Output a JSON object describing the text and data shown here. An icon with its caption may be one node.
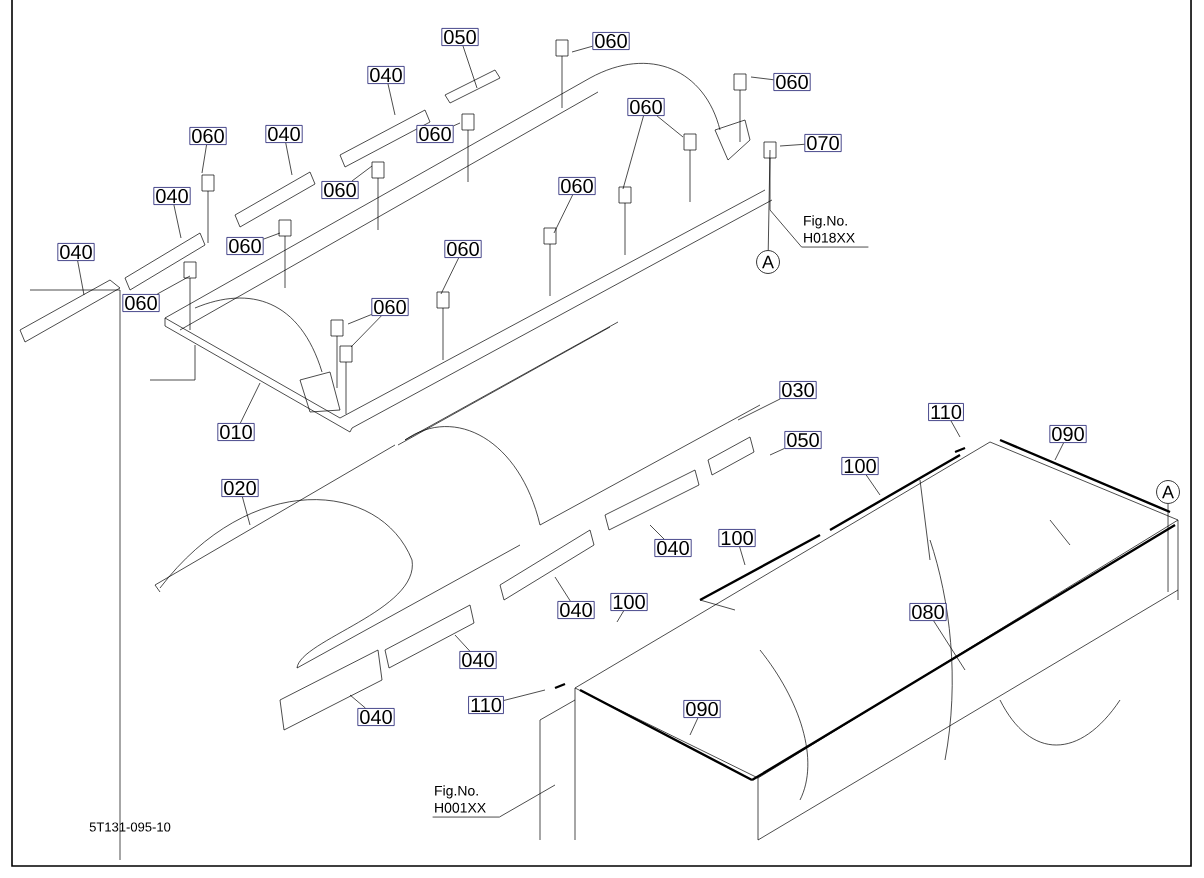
{
  "diagram": {
    "nodes": [
      {
        "text": [
          "050"
        ]
      },
      {
        "text": [
          "060"
        ]
      },
      {
        "text": [
          "040"
        ]
      },
      {
        "text": [
          "060"
        ]
      },
      {
        "text": [
          "060"
        ]
      },
      {
        "text": [
          "060"
        ]
      },
      {
        "text": [
          "040"
        ]
      },
      {
        "text": [
          "070"
        ]
      },
      {
        "text": [
          "060"
        ]
      },
      {
        "text": [
          "040"
        ]
      },
      {
        "text": [
          "060"
        ]
      },
      {
        "text": [
          "060"
        ]
      },
      {
        "text": [
          "060"
        ]
      },
      {
        "text": [
          "040"
        ]
      },
      {
        "text": [
          "060"
        ]
      },
      {
        "text": [
          "060"
        ]
      },
      {
        "text": [
          "060"
        ]
      },
      {
        "text": [
          "010"
        ]
      },
      {
        "text": [
          "030"
        ]
      },
      {
        "text": [
          "050"
        ]
      },
      {
        "text": [
          "110"
        ]
      },
      {
        "text": [
          "090"
        ]
      },
      {
        "text": [
          "020"
        ]
      },
      {
        "text": [
          "100"
        ]
      },
      {
        "text": [
          "040"
        ]
      },
      {
        "text": [
          "100"
        ]
      },
      {
        "text": [
          "080"
        ]
      },
      {
        "text": [
          "040"
        ]
      },
      {
        "text": [
          "100"
        ]
      },
      {
        "text": [
          "040"
        ]
      },
      {
        "text": [
          "110"
        ]
      },
      {
        "text": [
          "090"
        ]
      },
      {
        "text": [
          "040"
        ]
      },
      {
        "text": [
          "A"
        ]
      },
      {
        "text": [
          "A"
        ]
      },
      {
        "text": [
          "Fig.No. H018XX"
        ]
      },
      {
        "text": [
          "Fig.No. H001XX"
        ]
      }
    ],
    "edges": [
      {
        "from": 0,
        "to": null,
        "arrow": "none"
      },
      {
        "from": 1,
        "to": null,
        "arrow": "none"
      },
      {
        "from": 2,
        "to": null,
        "arrow": "none"
      },
      {
        "from": 3,
        "to": null,
        "arrow": "none"
      },
      {
        "from": 4,
        "to": null,
        "arrow": "none"
      },
      {
        "from": 4,
        "to": null,
        "arrow": "none"
      },
      {
        "from": 5,
        "to": null,
        "arrow": "none"
      },
      {
        "from": 6,
        "to": null,
        "arrow": "none"
      },
      {
        "from": 7,
        "to": null,
        "arrow": "none"
      },
      {
        "from": 8,
        "to": null,
        "arrow": "none"
      },
      {
        "from": 9,
        "to": null,
        "arrow": "none"
      },
      {
        "from": 10,
        "to": null,
        "arrow": "none"
      },
      {
        "from": 11,
        "to": null,
        "arrow": "none"
      },
      {
        "from": 12,
        "to": null,
        "arrow": "none"
      },
      {
        "from": 13,
        "to": null,
        "arrow": "none"
      },
      {
        "from": 14,
        "to": null,
        "arrow": "none"
      },
      {
        "from": 15,
        "to": null,
        "arrow": "none"
      },
      {
        "from": 16,
        "to": null,
        "arrow": "none"
      },
      {
        "from": 16,
        "to": null,
        "arrow": "none"
      },
      {
        "from": 17,
        "to": null,
        "arrow": "none"
      },
      {
        "from": 18,
        "to": null,
        "arrow": "none"
      },
      {
        "from": 19,
        "to": null,
        "arrow": "none"
      },
      {
        "from": 20,
        "to": null,
        "arrow": "none"
      },
      {
        "from": 21,
        "to": null,
        "arrow": "none"
      },
      {
        "from": 22,
        "to": null,
        "arrow": "none"
      },
      {
        "from": 23,
        "to": null,
        "arrow": "none"
      },
      {
        "from": 24,
        "to": null,
        "arrow": "none"
      },
      {
        "from": 25,
        "to": null,
        "arrow": "none"
      },
      {
        "from": 26,
        "to": null,
        "arrow": "none"
      },
      {
        "from": 27,
        "to": null,
        "arrow": "none"
      },
      {
        "from": 28,
        "to": null,
        "arrow": "none"
      },
      {
        "from": 29,
        "to": null,
        "arrow": "none"
      },
      {
        "from": 30,
        "to": null,
        "arrow": "none"
      },
      {
        "from": 31,
        "to": null,
        "arrow": "none"
      },
      {
        "from": 32,
        "to": null,
        "arrow": "none"
      },
      {
        "from": 33,
        "to": null,
        "arrow": "none"
      },
      {
        "from": 34,
        "to": null,
        "arrow": "none"
      },
      {
        "from": 35,
        "to": null,
        "arrow": "none"
      },
      {
        "from": 36,
        "to": null,
        "arrow": "none"
      }
    ],
    "labels": [
      "5T131-095-10"
    ]
  }
}
